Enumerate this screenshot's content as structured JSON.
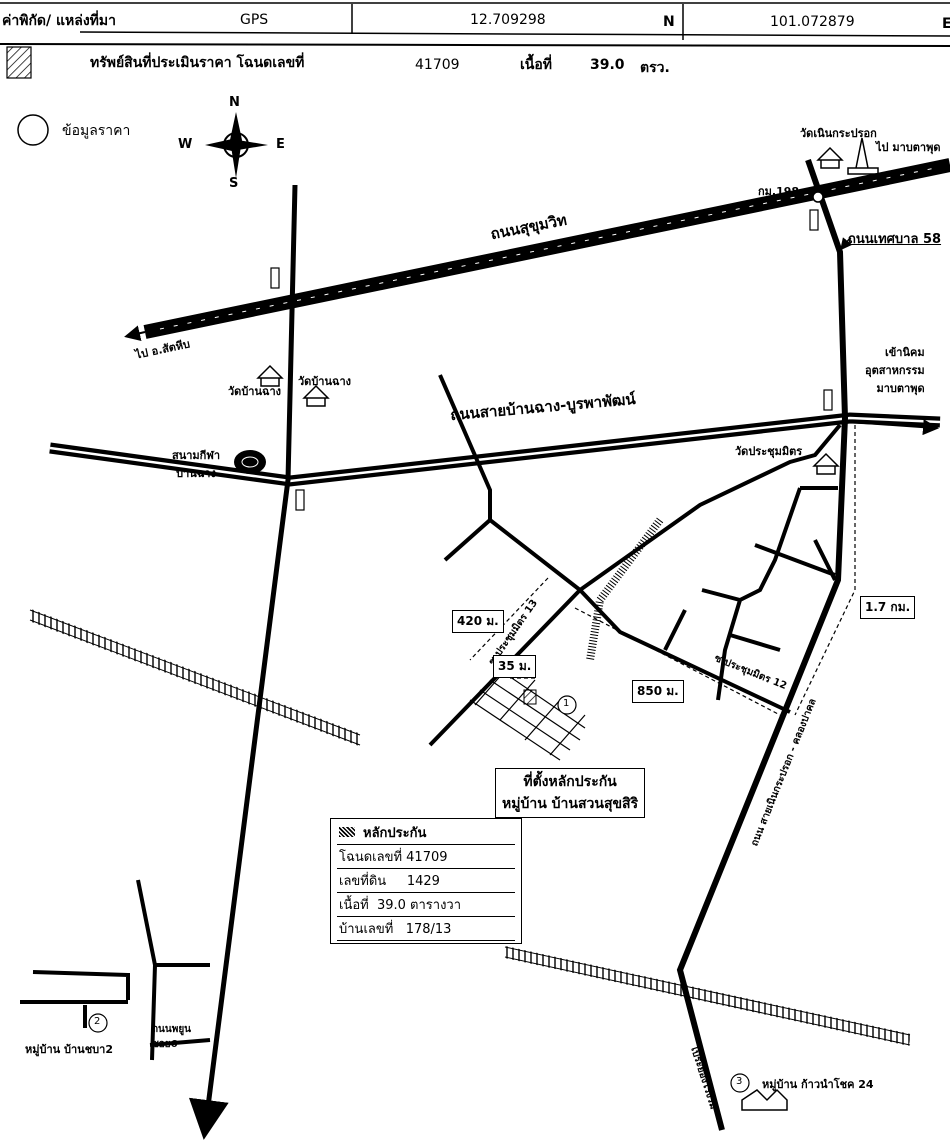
{
  "header": {
    "coord_label": "ค่าพิกัด/  แหล่งที่มา",
    "source": "GPS",
    "latitude": "12.709298",
    "lat_dir": "N",
    "longitude": "101.072879",
    "lon_dir": "E",
    "property_label": "ทรัพย์สินที่ประเมินราคา โฉนดเลขที่",
    "deed_no": "41709",
    "area_label": "เนื้อที่",
    "area_value": "39.0",
    "area_unit": "ตรว.",
    "price_info_label": "ข้อมูลราคา"
  },
  "compass": {
    "n": "N",
    "s": "S",
    "e": "E",
    "w": "W"
  },
  "labels": {
    "sukhumvit": "ถนนสุขุมวิท",
    "banchang_road": "ถนนสายบ้านฉาง-บูรพาพัฒน์",
    "thesaban58": "ถนนเทศบาล 58",
    "km198": "กม.198",
    "wat_noen": "วัดเนินกระปรอก",
    "to_maptaphut": "ไป มาบตาพุด",
    "to_sattahip": "ไป อ.สัตหีบ",
    "wat_banchang1": "วัดบ้านฉาง",
    "wat_banchang2": "วัดบ้านฉาง",
    "stadium": "สนามกีฬา\nบ้านฉาง",
    "industrial": "เข้านิคม\nอุตสาหกรรม\nมาบตาพุด",
    "wat_prachum": "วัดประชุมมิตร",
    "soi13": "ซ.ประชุมมิตร 13",
    "soi12": "ซ.ประชุมมิตร 12",
    "road_right": "ถนน สายเนินกระปรอก - คลองปาคล",
    "to_rayong": "ไประยองโรงริม",
    "phayun": "ถนนพยูน\nซอย6",
    "village2": "หมู่บ้าน บ้านชบา2",
    "village3": "หมู่บ้าน ก้าวนำโชค 24",
    "dist_420": "420 ม.",
    "dist_35": "35 ม.",
    "dist_850": "850 ม.",
    "dist_17": "1.7 กม.",
    "marker1": "1",
    "marker2": "2",
    "marker3": "3",
    "location_line1": "ที่ตั้งหลักประกัน",
    "location_line2": "หมู่บ้าน บ้านสวนสุขสิริ"
  },
  "legend": {
    "title": "หลักประกัน",
    "deed": "โฉนดเลขที่ 41709",
    "parcel": "เลขที่ดิน     1429",
    "area": "เนื้อที่  39.0 ตารางวา",
    "house": "บ้านเลขที่   178/13"
  }
}
